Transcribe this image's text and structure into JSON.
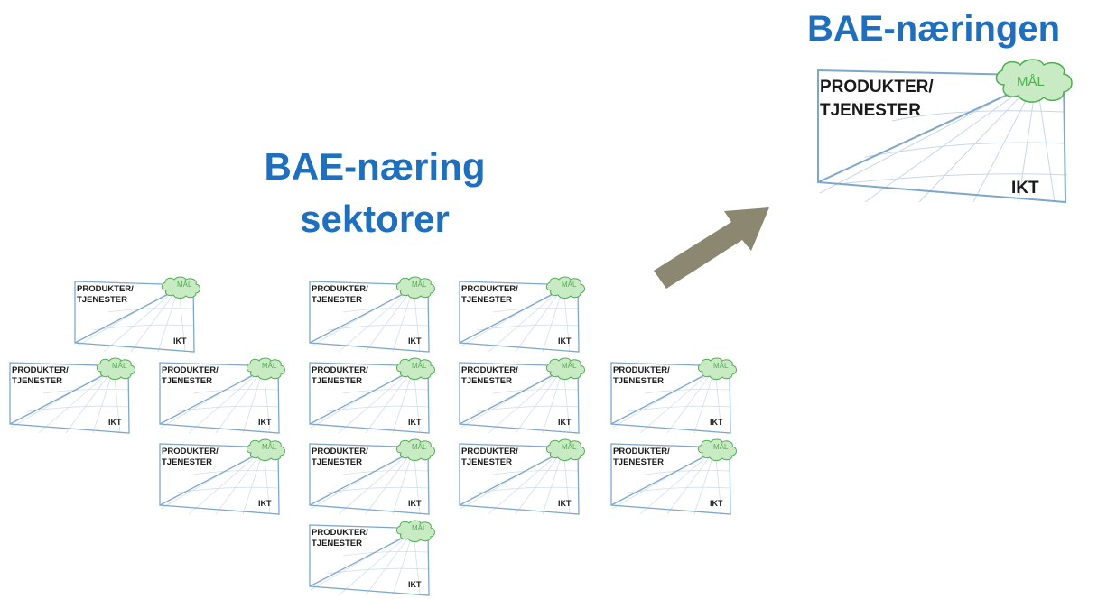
{
  "title_right": "BAE-næringen",
  "title_center": {
    "line1": "BAE-næring",
    "line2": "sektorer"
  },
  "card": {
    "products_line1": "PRODUKTER/",
    "products_line2": "TJENESTER",
    "goal": "MÅL",
    "ict": "IKT"
  },
  "colors": {
    "title": "#1f6fbf",
    "cloud_fill": "#c9ebc3",
    "cloud_stroke": "#4caf50",
    "card_stroke": "#7fa7cc",
    "arrow": "#8c8771"
  }
}
